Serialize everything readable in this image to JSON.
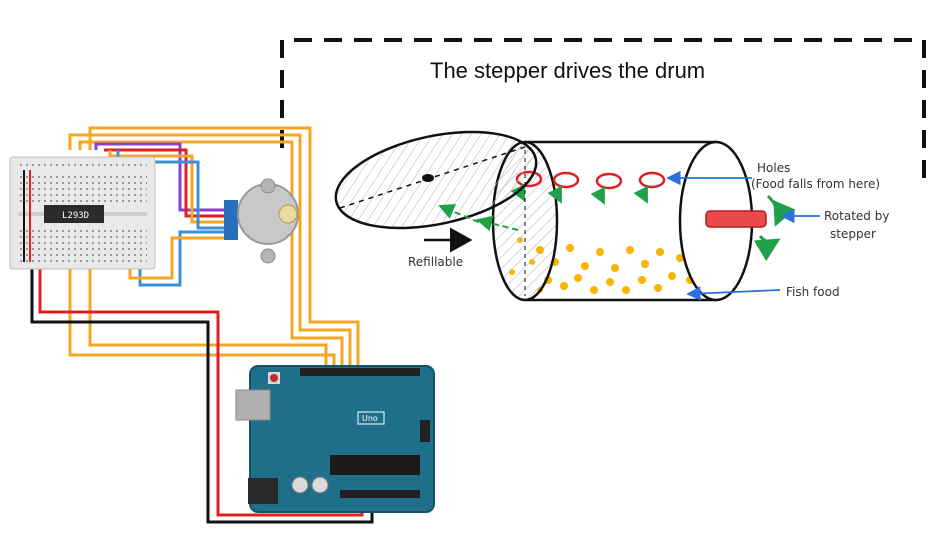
{
  "diagram": {
    "title": "The stepper drives the drum",
    "labels": {
      "holes": "Holes",
      "holes_note": "(Food falls from here)",
      "rotated_line1": "Rotated by",
      "rotated_line2": "stepper",
      "refillable": "Refillable",
      "fish_food": "Fish food"
    },
    "chip_label": "L293D",
    "board_label": "Uno"
  },
  "colors": {
    "wire_orange": "#f5a623",
    "wire_red": "#e02020",
    "wire_black": "#111111",
    "wire_purple": "#8a3fd1",
    "wire_blue": "#3b8fd9",
    "arduino_teal": "#1f6f8b",
    "annotation_blue": "#2a6fdb",
    "annotation_green": "#1fa14a",
    "hole_red": "#e02020",
    "food_yellow": "#f7b500"
  }
}
